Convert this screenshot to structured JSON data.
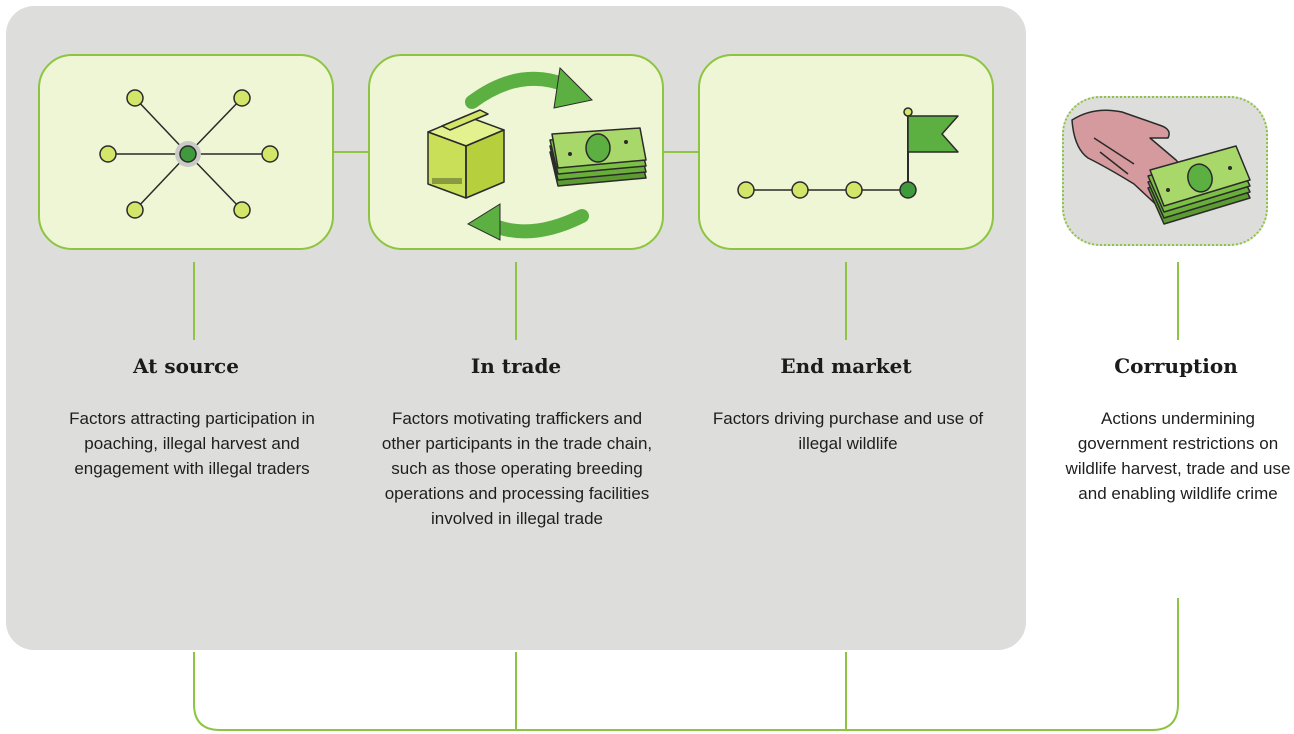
{
  "stages": [
    {
      "title": "At source",
      "description": "Factors attracting participation in poaching, illegal harvest and engagement with illegal traders",
      "icon": "network-hub-icon"
    },
    {
      "title": "In trade",
      "description": "Factors motivating traffickers and other participants in the trade chain, such as those operating breeding operations and processing facilities involved in illegal trade",
      "icon": "box-money-exchange-icon"
    },
    {
      "title": "End market",
      "description": "Factors driving purchase and use of illegal wildlife",
      "icon": "path-to-flag-icon"
    },
    {
      "title": "Corruption",
      "description": "Actions undermining government restrictions on wildlife harvest, trade and use and enabling wildlife crime",
      "icon": "hand-cash-bribe-icon"
    }
  ],
  "colors": {
    "panel": "#dddedb",
    "card_fill": "#eff6d6",
    "accent_green": "#8dc441",
    "node_fill": "#d3e66a",
    "dark_green": "#3f9a3c",
    "arrow_green": "#5cb042",
    "text": "#1e1e1e"
  }
}
